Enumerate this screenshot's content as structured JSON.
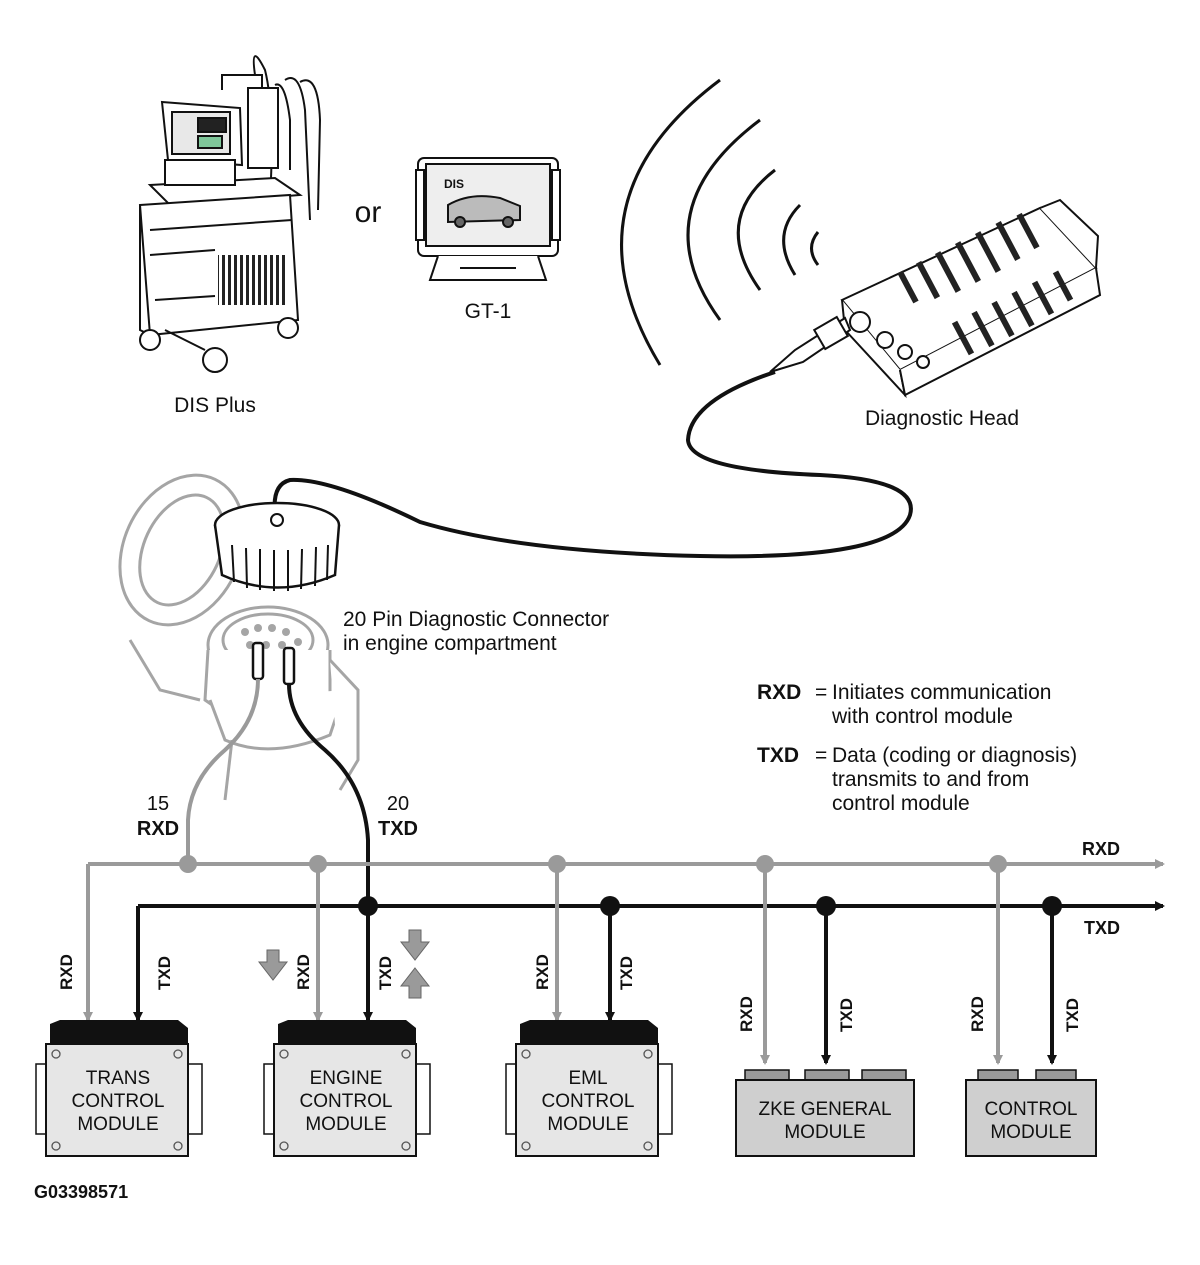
{
  "devices": {
    "dis_plus": "DIS Plus",
    "or": "or",
    "gt1": "GT-1",
    "diagnostic_head": "Diagnostic Head",
    "connector_line1": "20 Pin Diagnostic Connector",
    "connector_line2": "in engine compartment",
    "gt1_screen_label": "DIS"
  },
  "legend": {
    "rxd_key": "RXD",
    "rxd_eq": "=",
    "rxd_line1": "Initiates communication",
    "rxd_line2": "with control module",
    "txd_key": "TXD",
    "txd_eq": "=",
    "txd_line1": "Data (coding or diagnosis)",
    "txd_line2": "transmits to and from",
    "txd_line3": "control module"
  },
  "pins": {
    "pin15_num": "15",
    "pin15_name": "RXD",
    "pin20_num": "20",
    "pin20_name": "TXD"
  },
  "bus": {
    "rxd_label": "RXD",
    "txd_label": "TXD",
    "rxd_color": "#9a9a9a",
    "txd_color": "#111111"
  },
  "modules": [
    {
      "line1": "TRANS",
      "line2": "CONTROL",
      "line3": "MODULE",
      "rxd": "RXD",
      "txd": "TXD"
    },
    {
      "line1": "ENGINE",
      "line2": "CONTROL",
      "line3": "MODULE",
      "rxd": "RXD",
      "txd": "TXD"
    },
    {
      "line1": "EML",
      "line2": "CONTROL",
      "line3": "MODULE",
      "rxd": "RXD",
      "txd": "TXD"
    },
    {
      "line1": "ZKE GENERAL",
      "line2": "MODULE",
      "rxd": "RXD",
      "txd": "TXD"
    },
    {
      "line1": "CONTROL",
      "line2": "MODULE",
      "rxd": "RXD",
      "txd": "TXD"
    }
  ],
  "figure_id": "G03398571"
}
